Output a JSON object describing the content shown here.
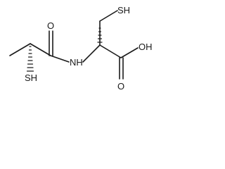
{
  "molecule": {
    "atom_labels": {
      "thiol_top": "SH",
      "carbonyl_o_left": "O",
      "amide_nh": "NH",
      "acid_oh": "OH",
      "acid_o": "O",
      "thiol_bottom": "SH"
    }
  }
}
